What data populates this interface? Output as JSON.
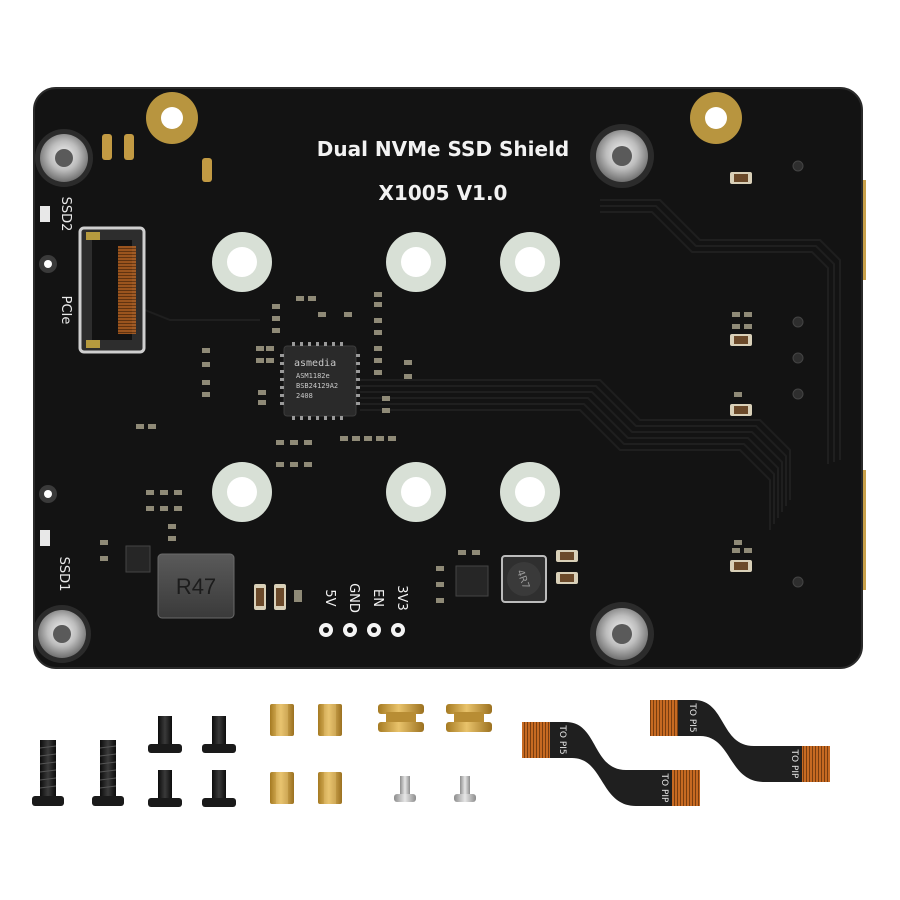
{
  "board": {
    "title": "Dual NVMe SSD Shield",
    "model": "X1005 V1.0",
    "labels": {
      "ssd2": "SSD2",
      "ssd1": "SSD1",
      "pcie": "PCIe",
      "v5": "5V",
      "gnd": "GND",
      "en": "EN",
      "v3": "3V3",
      "inductor": "R47",
      "small_inductor": "4R7"
    },
    "chip": {
      "brand": "asmedia",
      "line1": "ASM1182e",
      "line2": "BSB24129A2",
      "line3": "2408"
    }
  },
  "cables": {
    "label_pi5": "TO PI5",
    "label_pip": "TO PIP"
  },
  "colors": {
    "pcb": "#131313",
    "brass": "#c9a14a",
    "copper_pad": "#b59a3e",
    "fpc": "#202020",
    "fpc_contact": "#d0752b"
  }
}
